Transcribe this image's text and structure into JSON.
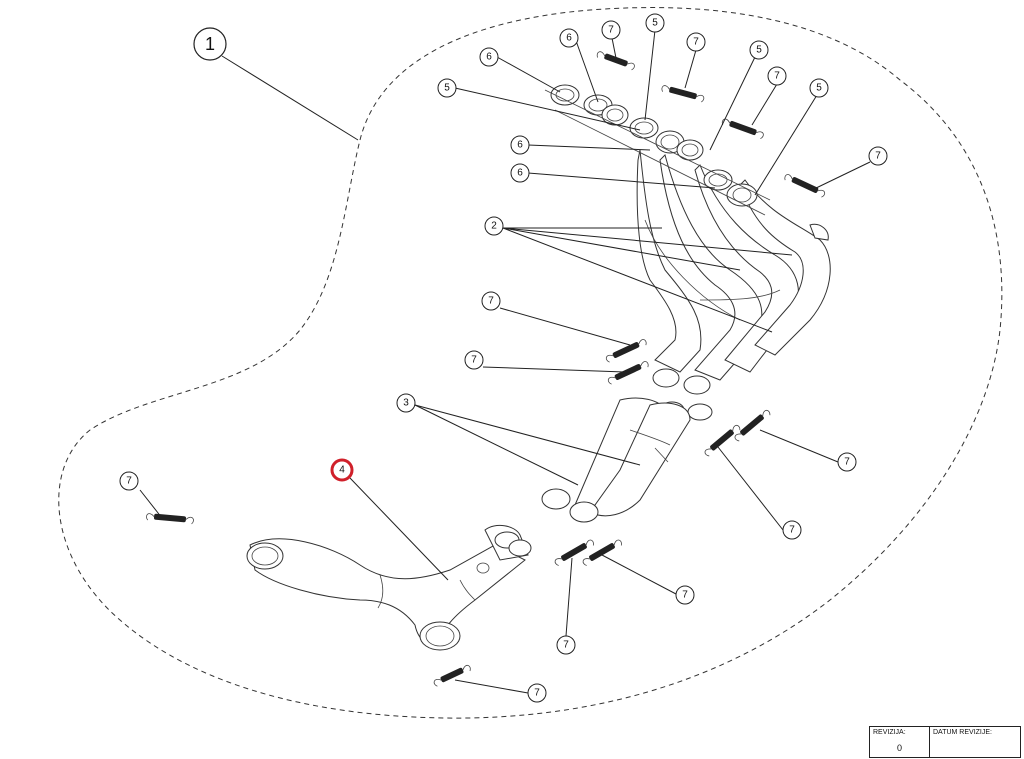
{
  "diagram": {
    "assembly_label": "1",
    "labels": {
      "header": "2",
      "link_pipe": "3",
      "highlighted_part": "4",
      "gasket_large": "5",
      "gasket_small": "6",
      "spring": "7"
    },
    "highlighted_part": "4"
  },
  "revision_table": {
    "revision_header": "REVIZIJA:",
    "revision_value": "0",
    "date_header": "DATUM REVIZIJE:",
    "date_value": ""
  }
}
